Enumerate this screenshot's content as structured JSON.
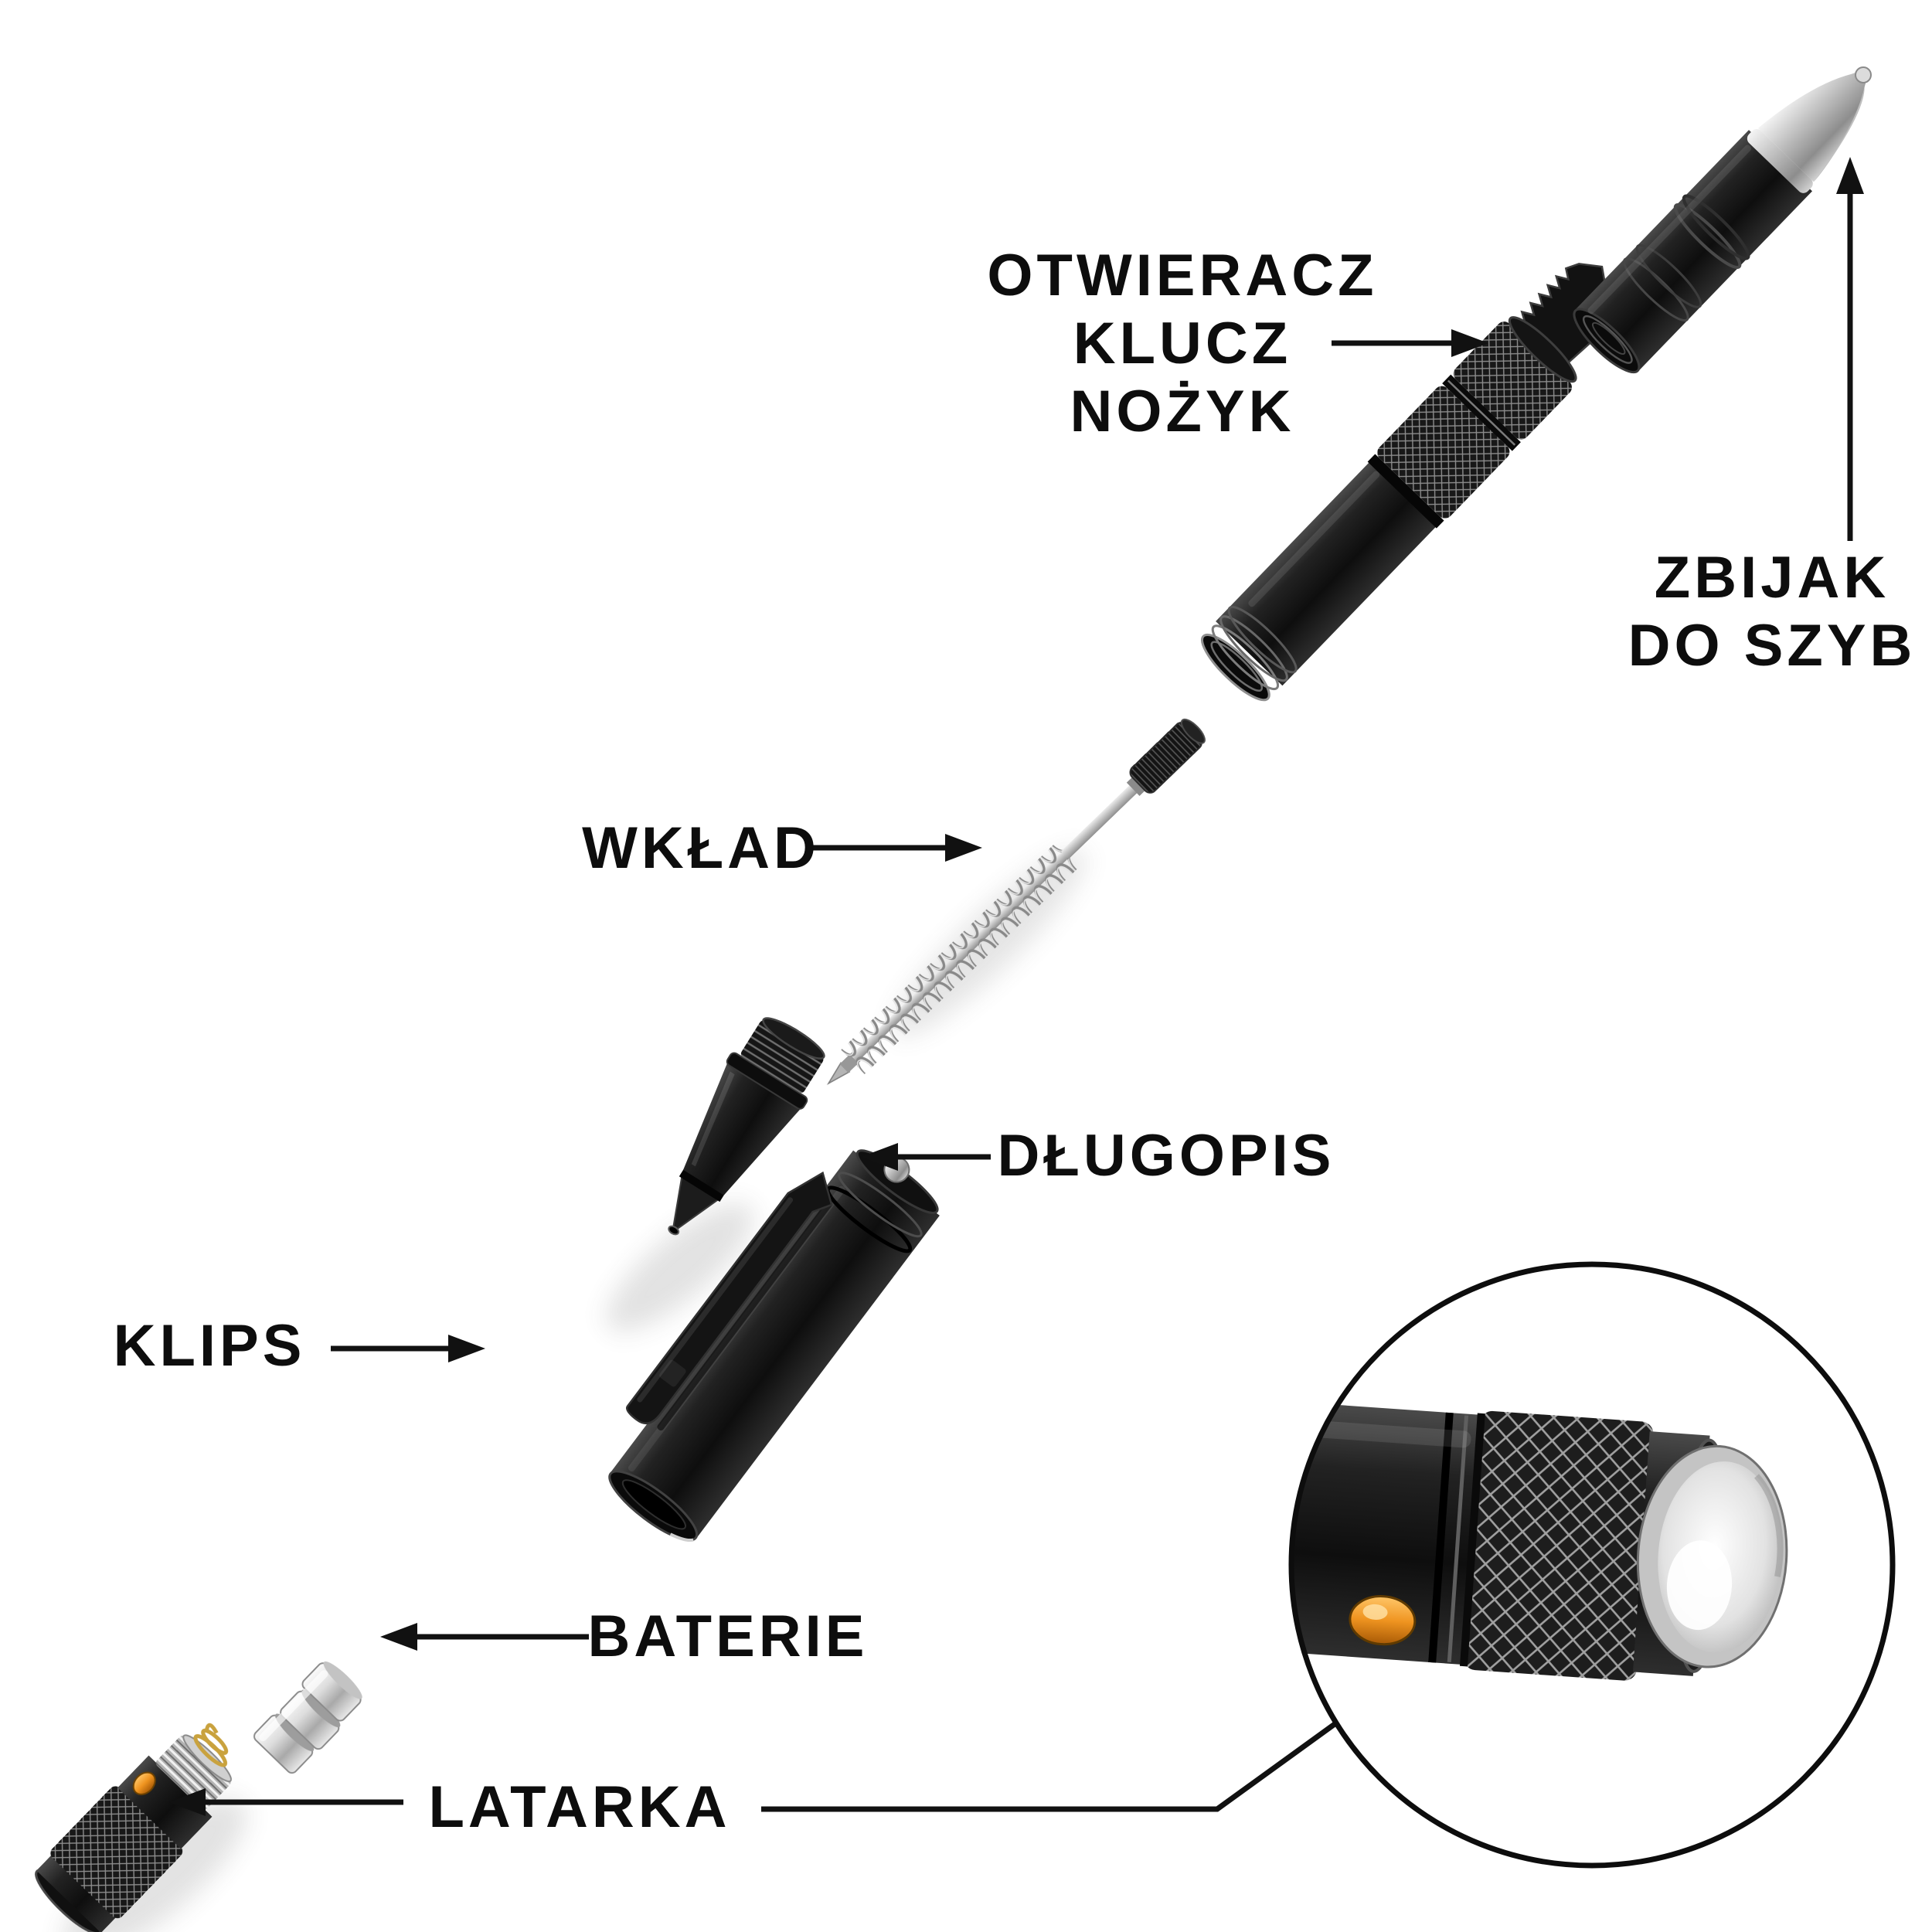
{
  "page": {
    "background": "#ffffff",
    "kind": "exploded-view product diagram",
    "product": "tactical pen multi-tool"
  },
  "diagram": {
    "labels": {
      "opener": {
        "lines": [
          "OTWIERACZ",
          "KLUCZ",
          "NOŻYK"
        ]
      },
      "glass_breaker": {
        "lines": [
          "ZBIJAK",
          "DO SZYB"
        ]
      },
      "refill": "WKŁAD",
      "pen": "DŁUGOPIS",
      "clip": "KLIPS",
      "batteries": "BATERIE",
      "flashlight": "LATARKA"
    },
    "parts": [
      "cap-glass-breaker",
      "multi-tool-opener-key-knife",
      "grip-barrel",
      "ink-refill-spring",
      "pen-nose-cone",
      "clip-barrel",
      "button-cell-batteries",
      "flashlight-head",
      "flashlight-zoom-inset"
    ],
    "colors": {
      "background": "#ffffff",
      "text": "#0d0d0d",
      "leader_line": "#111111",
      "body_black": "#161616",
      "metal_silver": "#c8c8c8",
      "button_orange": "#ef9420",
      "spring_gold": "#c9a23e"
    }
  }
}
